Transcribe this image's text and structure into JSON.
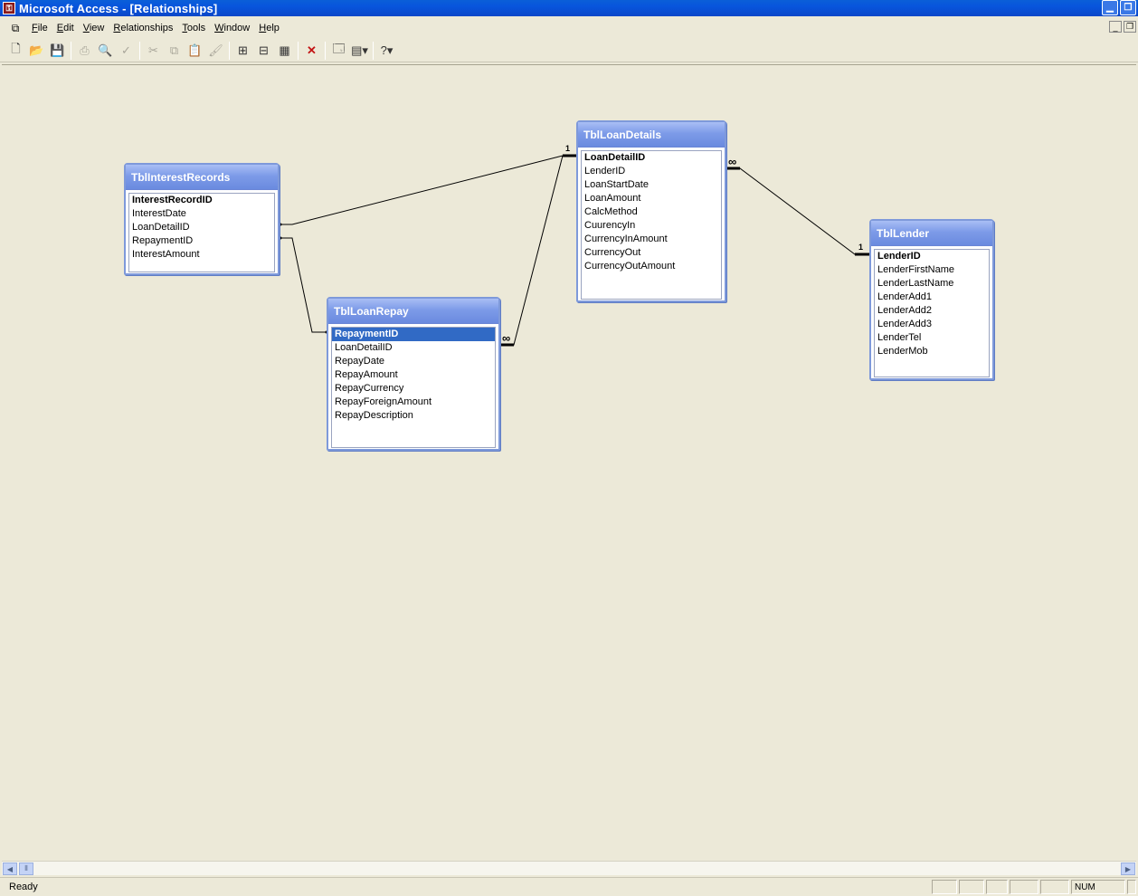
{
  "window": {
    "title": "Microsoft Access - [Relationships]",
    "app_icon": "access-key-icon"
  },
  "menubar": {
    "items": [
      "File",
      "Edit",
      "View",
      "Relationships",
      "Tools",
      "Window",
      "Help"
    ]
  },
  "toolbar": {
    "icons": [
      "new-icon",
      "open-icon",
      "save-icon",
      "print-icon",
      "print-preview-icon",
      "spelling-icon",
      "cut-icon",
      "copy-icon",
      "paste-icon",
      "format-painter-icon",
      "show-table-icon",
      "show-direct-icon",
      "show-all-icon",
      "delete-icon",
      "database-window-icon",
      "new-object-icon",
      "help-icon"
    ]
  },
  "tables": {
    "interest": {
      "name": "TblInterestRecords",
      "fields": [
        "InterestRecordID",
        "InterestDate",
        "LoanDetailID",
        "RepaymentID",
        "InterestAmount"
      ]
    },
    "repay": {
      "name": "TblLoanRepay",
      "fields": [
        "RepaymentID",
        "LoanDetailID",
        "RepayDate",
        "RepayAmount",
        "RepayCurrency",
        "RepayForeignAmount",
        "RepayDescription"
      ]
    },
    "loan": {
      "name": "TblLoanDetails",
      "fields": [
        "LoanDetailID",
        "LenderID",
        "LoanStartDate",
        "LoanAmount",
        "CalcMethod",
        "CuurencyIn",
        "CurrencyInAmount",
        "CurrencyOut",
        "CurrencyOutAmount"
      ]
    },
    "lender": {
      "name": "TblLender",
      "fields": [
        "LenderID",
        "LenderFirstName",
        "LenderLastName",
        "LenderAdd1",
        "LenderAdd2",
        "LenderAdd3",
        "LenderTel",
        "LenderMob"
      ]
    }
  },
  "relationships": {
    "one_label": "1",
    "many_label": "∞"
  },
  "status": {
    "text": "Ready",
    "num": "NUM"
  }
}
